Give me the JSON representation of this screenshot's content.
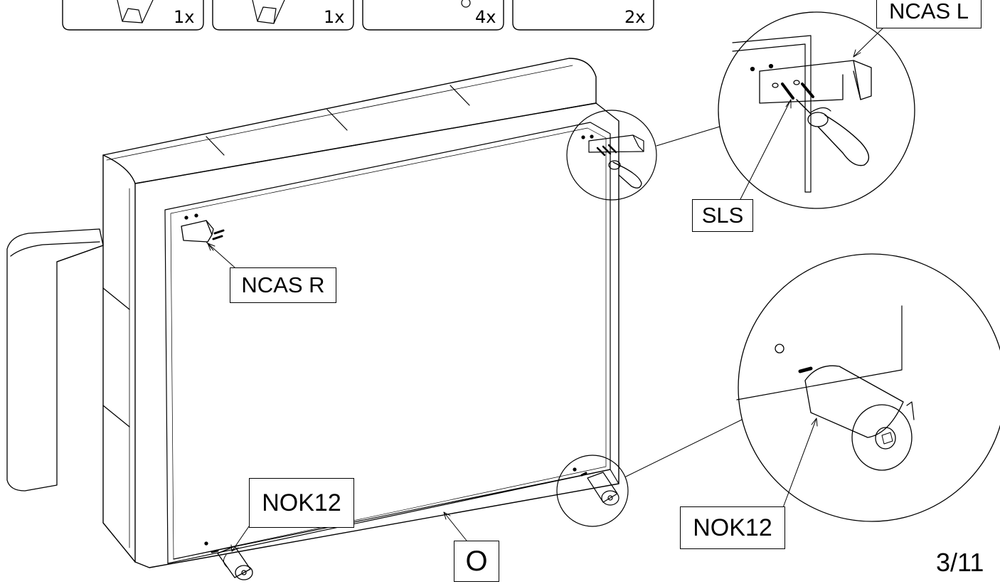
{
  "parts_strip": {
    "boxes": [
      {
        "qty": "1x"
      },
      {
        "qty": "1x"
      },
      {
        "qty": "4x"
      },
      {
        "qty": "2x"
      }
    ]
  },
  "labels": {
    "ncas_l": "NCAS L",
    "ncas_r": "NCAS R",
    "sls": "SLS",
    "nok12_left": "NOK12",
    "nok12_right": "NOK12",
    "o": "O"
  },
  "page_number": "3/11"
}
